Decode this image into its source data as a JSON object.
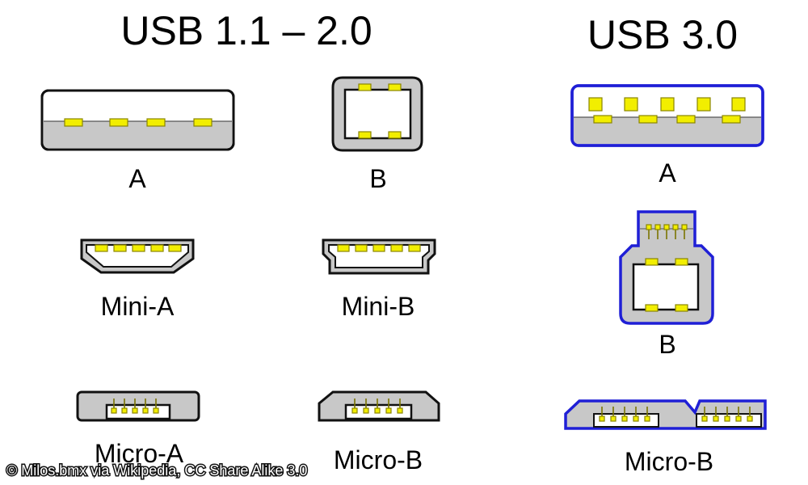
{
  "headings": {
    "usb2": "USB 1.1 – 2.0",
    "usb3": "USB 3.0"
  },
  "labels": {
    "usb2_a": "A",
    "usb2_b": "B",
    "usb2_mini_a": "Mini-A",
    "usb2_mini_b": "Mini-B",
    "usb2_micro_a": "Micro-A",
    "usb2_micro_b": "Micro-B",
    "usb3_a": "A",
    "usb3_b": "B",
    "usb3_micro_b": "Micro-B"
  },
  "credit": "© Milos.bmx via Wikipedia, CC Share Alike 3.0",
  "colors": {
    "usb3_outline": "#1f1fd6",
    "pin": "#f2ee00",
    "plug_body": "#c8c8c8"
  }
}
